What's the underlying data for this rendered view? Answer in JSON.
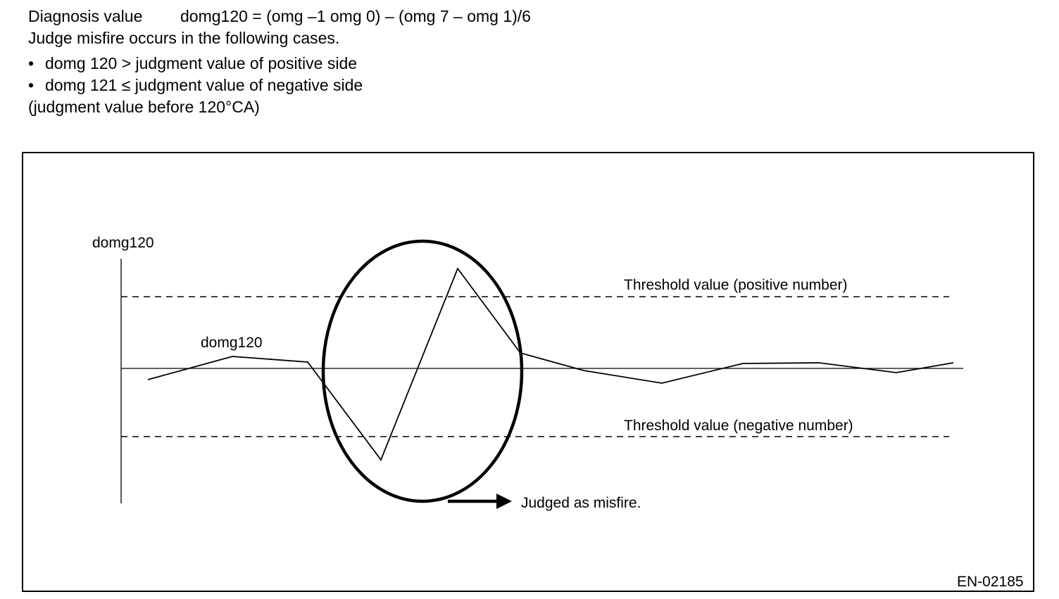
{
  "header": {
    "formula_label": "Diagnosis value",
    "formula": "domg120 = (omg –1 omg 0) – (omg 7 – omg 1)/6",
    "intro": "Judge misfire occurs in the following cases.",
    "bullets": [
      "domg 120 > judgment value of positive side",
      "domg 121 ≤ judgment value of negative side"
    ],
    "note": "(judgment value before 120°CA)"
  },
  "diagram": {
    "y_axis_label": "domg120",
    "curve_label": "domg120",
    "threshold_positive_label": "Threshold value (positive number)",
    "threshold_negative_label": "Threshold value (negative number)",
    "misfire_label": "Judged as misfire.",
    "figure_code": "EN-02185"
  }
}
